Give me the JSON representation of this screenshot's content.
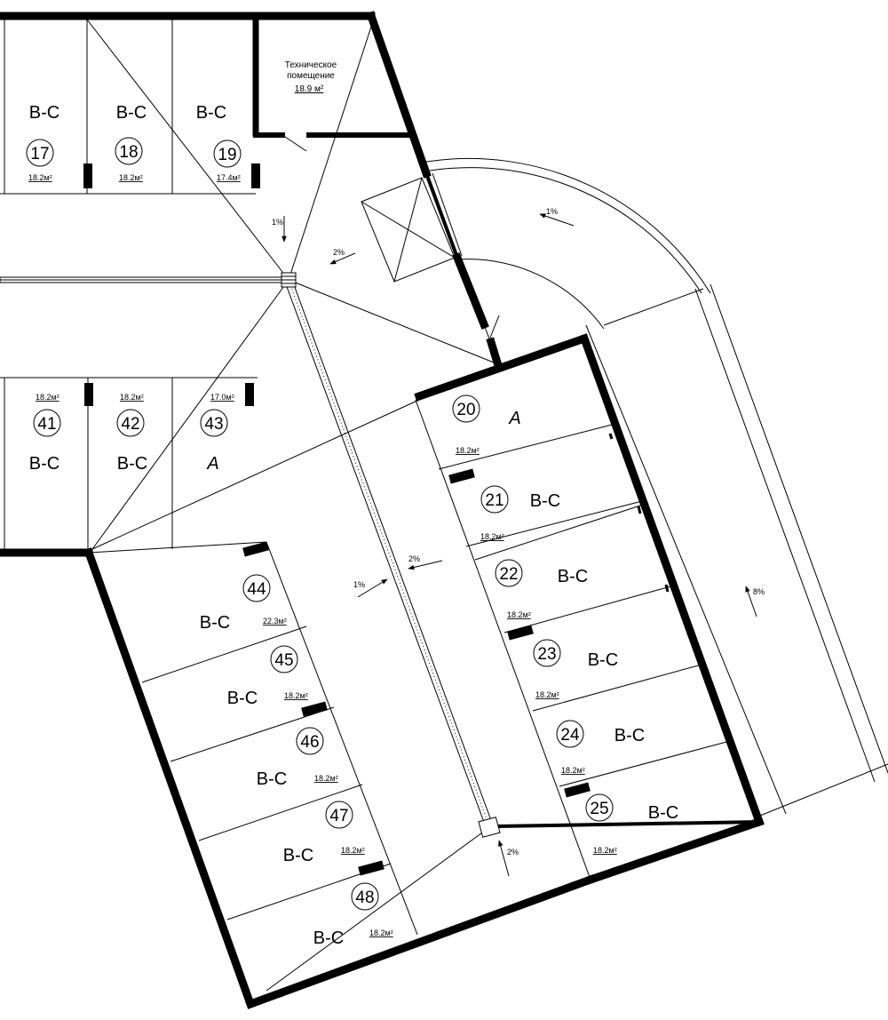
{
  "technical_room": {
    "name_line1": "Техническое",
    "name_line2": "помещение",
    "area": "18.9 м²"
  },
  "slopes": {
    "s_top_down": "1%",
    "s_top_diag": "2%",
    "s_ramp_arc": "1%",
    "s_ramp_right": "8%",
    "s_center_1": "1%",
    "s_center_2": "2%",
    "s_bottom": "2%"
  },
  "bays": {
    "b17": {
      "num": "17",
      "code": "В-С",
      "area": "18.2м²"
    },
    "b18": {
      "num": "18",
      "code": "В-С",
      "area": "18.2м²"
    },
    "b19": {
      "num": "19",
      "code": "В-С",
      "area": "17.4м²"
    },
    "b20": {
      "num": "20",
      "code": "А",
      "area": "18.2м²"
    },
    "b21": {
      "num": "21",
      "code": "В-С",
      "area": "18.2м²"
    },
    "b22": {
      "num": "22",
      "code": "В-С",
      "area": "18.2м²"
    },
    "b23": {
      "num": "23",
      "code": "В-С",
      "area": "18.2м²"
    },
    "b24": {
      "num": "24",
      "code": "В-С",
      "area": "18.2м²"
    },
    "b25": {
      "num": "25",
      "code": "В-С",
      "area": "18.2м²"
    },
    "b41": {
      "num": "41",
      "code": "В-С",
      "area": "18.2м²"
    },
    "b42": {
      "num": "42",
      "code": "В-С",
      "area": "18.2м²"
    },
    "b43": {
      "num": "43",
      "code": "А",
      "area": "17.0м²"
    },
    "b44": {
      "num": "44",
      "code": "В-С",
      "area": "22.3м²"
    },
    "b45": {
      "num": "45",
      "code": "В-С",
      "area": "18.2м²"
    },
    "b46": {
      "num": "46",
      "code": "В-С",
      "area": "18.2м²"
    },
    "b47": {
      "num": "47",
      "code": "В-С",
      "area": "18.2м²"
    },
    "b48": {
      "num": "48",
      "code": "В-С",
      "area": "18.2м²"
    }
  }
}
